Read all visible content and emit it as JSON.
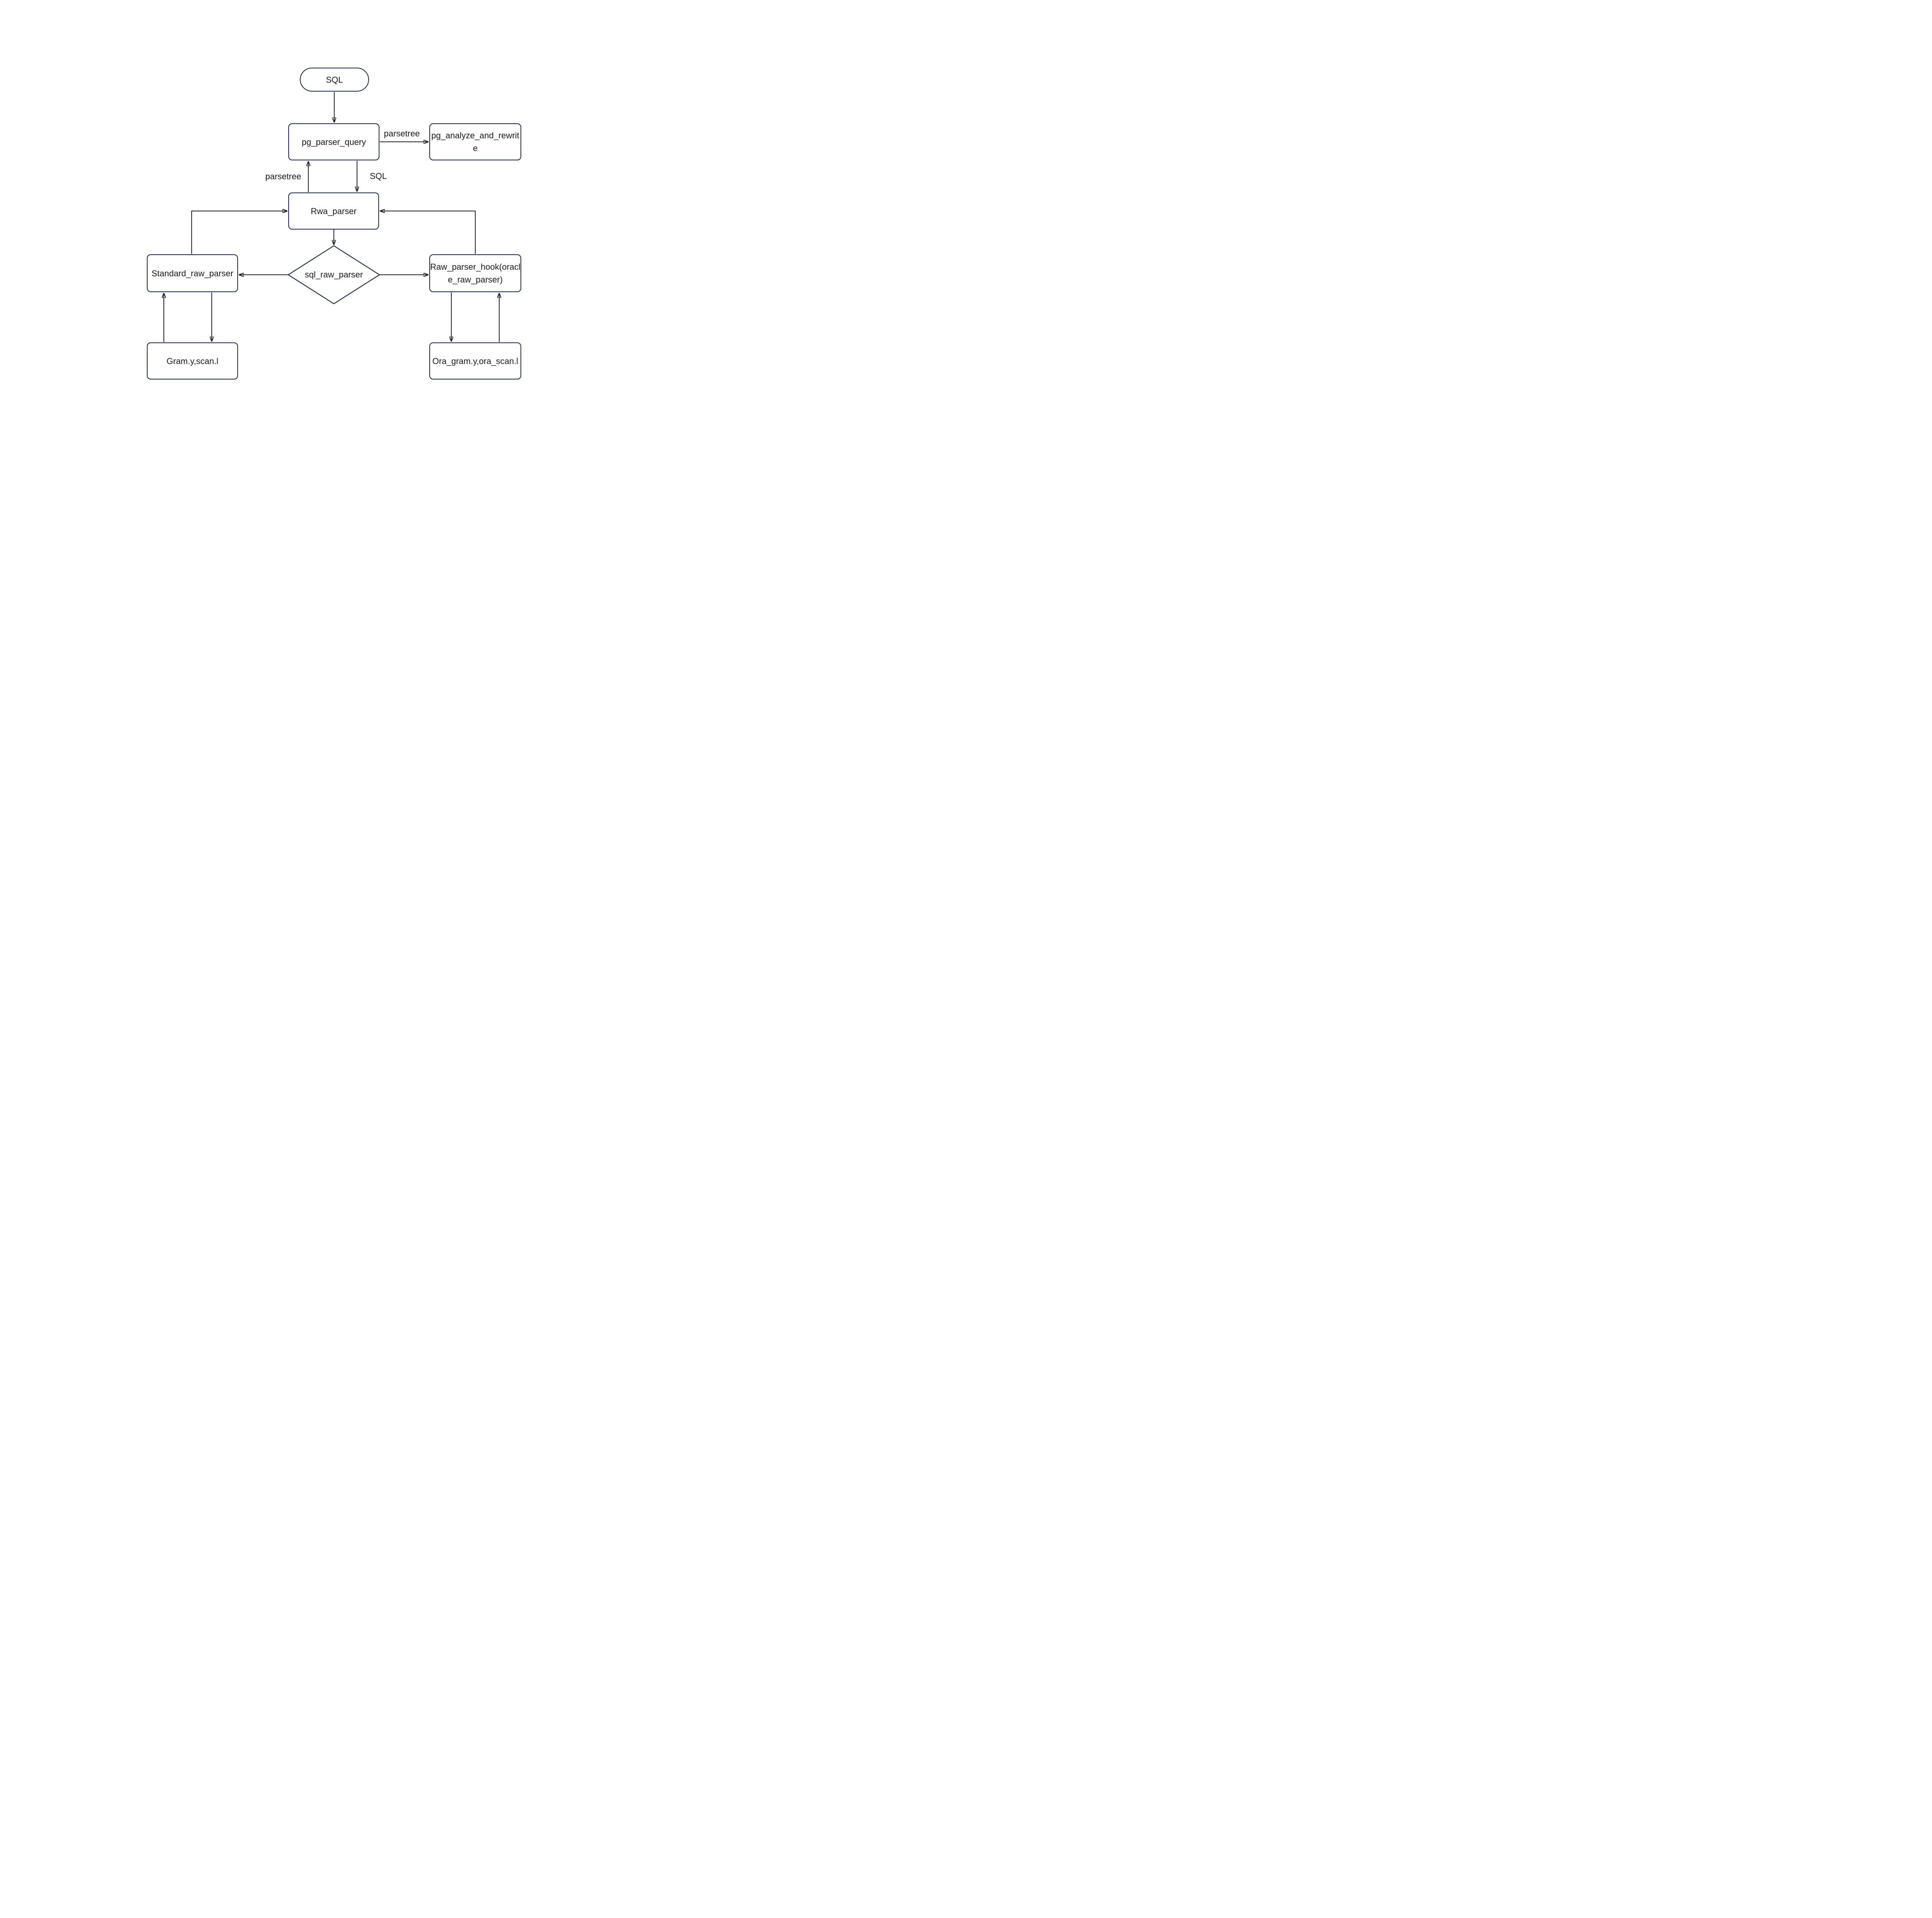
{
  "canvas": {
    "background_color": "#ffffff"
  },
  "style": {
    "node_border_color": "#1b2547",
    "node_fill_color": "#ffffff",
    "connector_color": "#1f1f1f",
    "text_color": "#1a1a1a"
  },
  "nodes": {
    "sql_start": {
      "label": "SQL",
      "shape": "terminator"
    },
    "pg_parser_query": {
      "label": "pg_parser_query",
      "shape": "process"
    },
    "pg_analyze_and_rewrite": {
      "label": "pg_analyze_and_rewrit\ne",
      "shape": "process"
    },
    "rwa_parser": {
      "label": "Rwa_parser",
      "shape": "process"
    },
    "sql_raw_parser": {
      "label": "sql_raw_parser",
      "shape": "decision"
    },
    "standard_raw_parser": {
      "label": "Standard_raw_parser",
      "shape": "process"
    },
    "raw_parser_hook": {
      "label": "Raw_parser_hook(oracl\ne_raw_parser)",
      "shape": "process"
    },
    "gram_scan": {
      "label": "Gram.y,scan.l",
      "shape": "process"
    },
    "ora_gram_scan": {
      "label": "Ora_gram.y,ora_scan.l",
      "shape": "process"
    }
  },
  "edge_labels": {
    "pg_parser_to_analyze": "parsetree",
    "rwa_to_pg_parser": "parsetree",
    "pg_parser_to_rwa": "SQL"
  }
}
